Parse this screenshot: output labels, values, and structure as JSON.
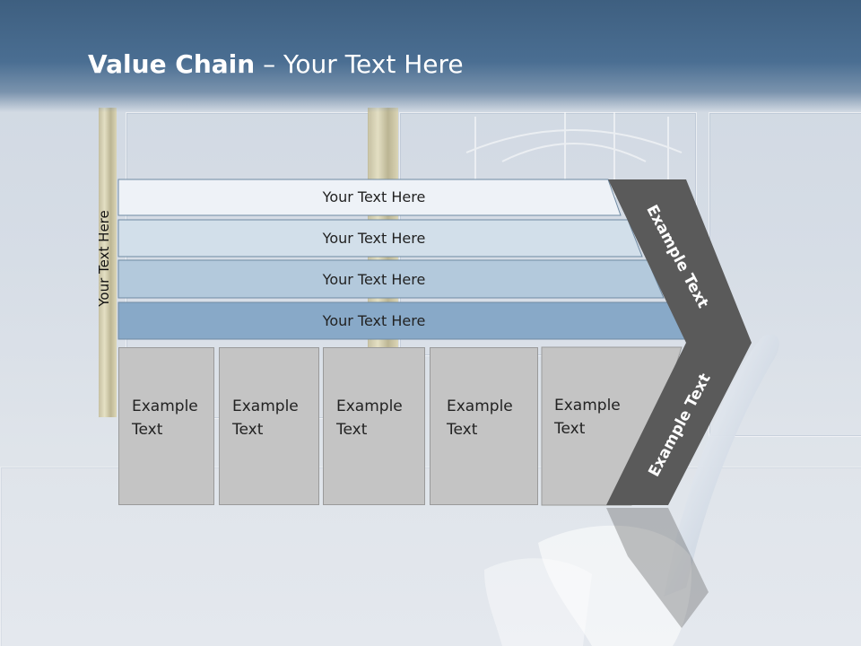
{
  "title": {
    "bold": "Value Chain",
    "rest": " – Your Text Here"
  },
  "vertical_label": "Your Text Here",
  "bars": [
    "Your Text Here",
    "Your Text Here",
    "Your Text Here",
    "Your Text Here"
  ],
  "boxes": [
    {
      "line1": "Example",
      "line2": "Text"
    },
    {
      "line1": "Example",
      "line2": "Text"
    },
    {
      "line1": "Example",
      "line2": "Text"
    },
    {
      "line1": "Example",
      "line2": "Text"
    },
    {
      "line1": "Example",
      "line2": "Text"
    }
  ],
  "chevron": {
    "upper_label": "Example Text",
    "lower_label": "Example Text"
  },
  "colors": {
    "header": "#3e5f80",
    "bar_1": "#eef2f7",
    "bar_2": "#d2dfea",
    "bar_3": "#b3c9dc",
    "bar_4": "#88a9c8",
    "chevron": "#5a5a5a",
    "box": "#c4c4c4"
  }
}
